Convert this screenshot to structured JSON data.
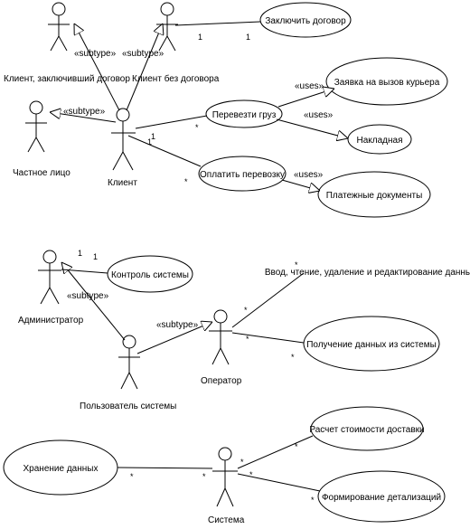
{
  "actors": {
    "client_with_contract": "Клиент, заключивший договор",
    "client_without_contract": "Клиент без договора",
    "private_person": "Частное лицо",
    "client": "Клиент",
    "administrator": "Администратор",
    "system_user": "Пользователь системы",
    "operator": "Оператор",
    "system": "Система"
  },
  "use_cases": {
    "sign_contract": "Заключить договор",
    "courier_request": "Заявка на вызов курьера",
    "transport_cargo": "Перевезти груз",
    "waybill": "Накладная",
    "pay_transport": "Оплатить перевозку",
    "payment_docs": "Платежные документы",
    "system_control": "Контроль системы",
    "data_crud": "Ввод, чтение, удаление и редактирование данных",
    "get_data": "Получение данных из системы",
    "delivery_cost": "Расчет стоимости доставки",
    "data_storage": "Хранение данных",
    "detailing": "Формирование детализаций"
  },
  "stereotypes": {
    "subtype": "«subtype»",
    "uses": "«uses»"
  },
  "multiplicity": {
    "one": "1",
    "many": "*"
  }
}
